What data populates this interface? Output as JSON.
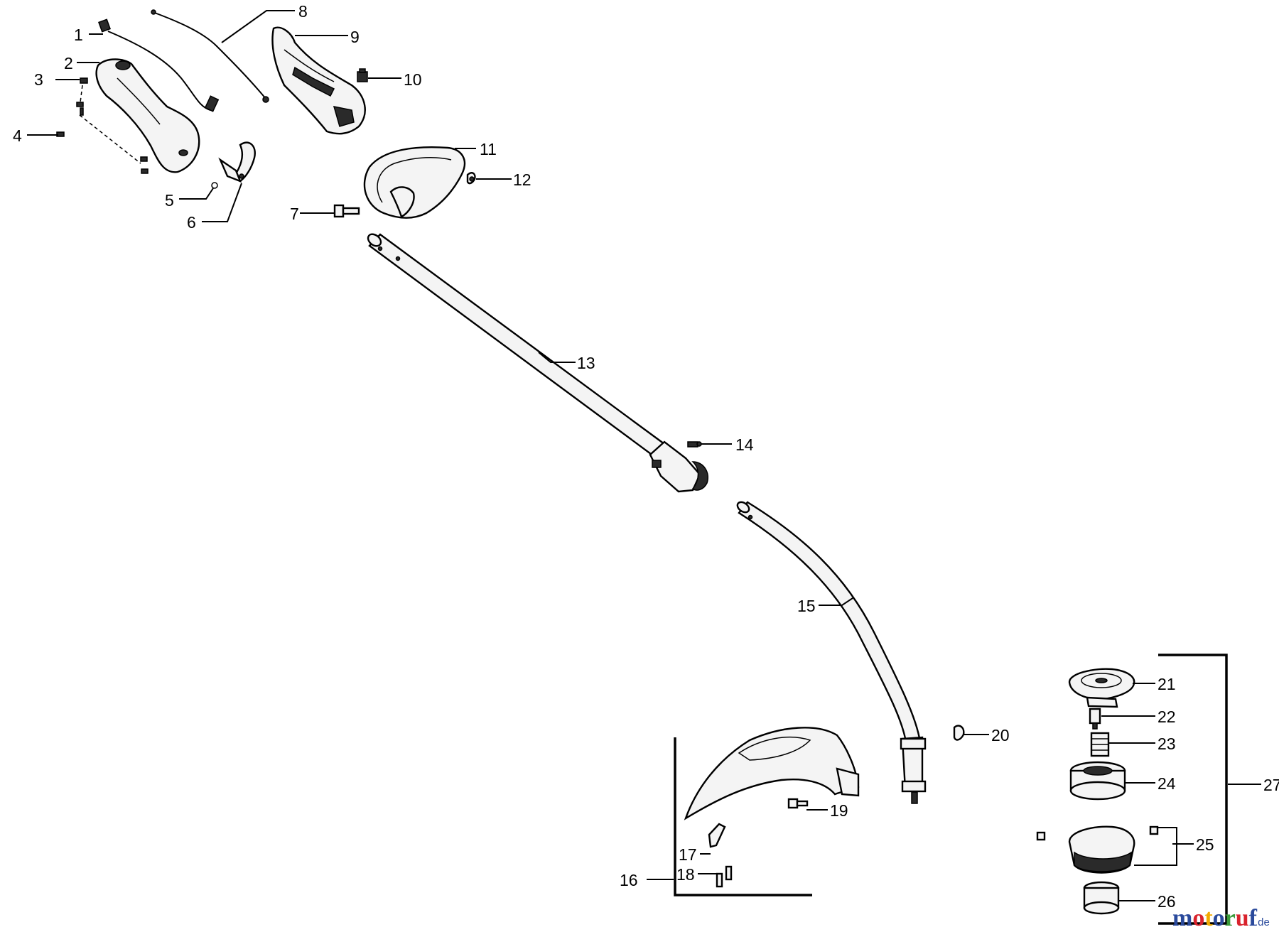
{
  "callouts": [
    "1",
    "2",
    "3",
    "4",
    "5",
    "6",
    "7",
    "8",
    "9",
    "10",
    "11",
    "12",
    "13",
    "14",
    "15",
    "16",
    "17",
    "18",
    "19",
    "20",
    "21",
    "22",
    "23",
    "24",
    "25",
    "26",
    "27"
  ],
  "watermark": {
    "letters": [
      "m",
      "o",
      "t",
      "o",
      "r",
      "u",
      "f"
    ],
    "letter_colors": [
      "#2a4a9c",
      "#d9232d",
      "#f2a900",
      "#2a4a9c",
      "#3a9a3a",
      "#d9232d",
      "#2a4a9c"
    ],
    "suffix": ".de"
  }
}
